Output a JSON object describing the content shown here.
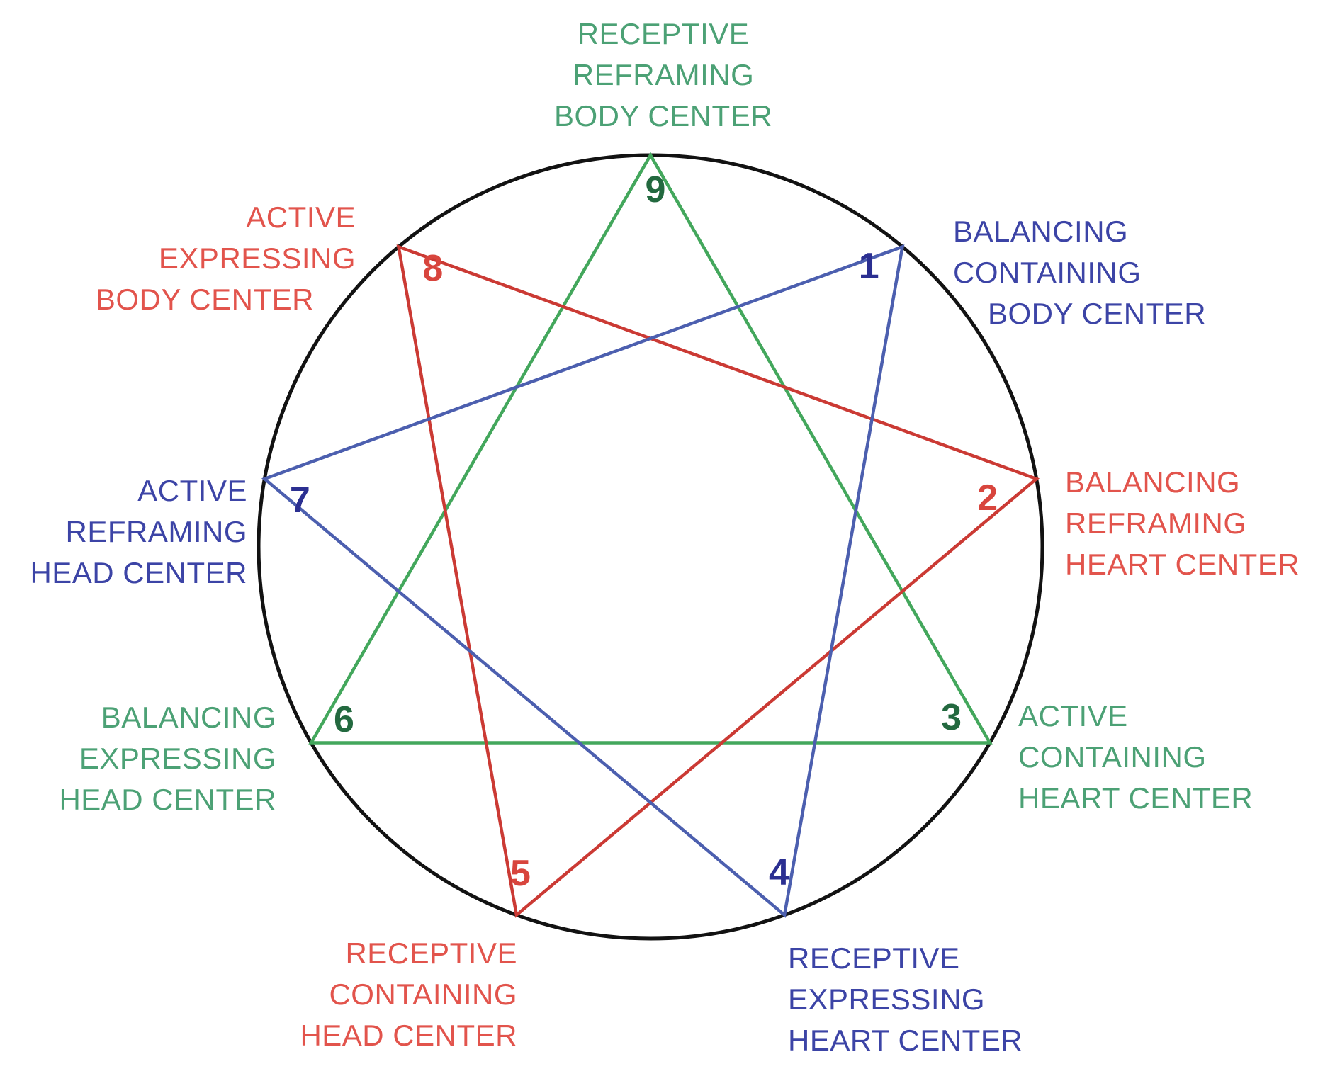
{
  "figure": {
    "description": "Enneagram: nine points on a circle joined by three colored triangles",
    "background": "#FFFFFF"
  },
  "colors": {
    "circle": "#121212",
    "green_line": "#43A75C",
    "green_text": "#4CA175",
    "green_number": "#23693F",
    "red_line": "#CB3A34",
    "red_text": "#E2544C",
    "red_number": "#D8453D",
    "blue_line": "#4C5FAF",
    "blue_text": "#3C44A6",
    "blue_number": "#2B2F91"
  },
  "points": [
    {
      "number": "1",
      "angle_deg": 40,
      "color": "blue",
      "label_lines": [
        "BALANCING",
        "CONTAINING",
        "BODY CENTER"
      ]
    },
    {
      "number": "2",
      "angle_deg": 80,
      "color": "red",
      "label_lines": [
        "BALANCING",
        "REFRAMING",
        "HEART CENTER"
      ]
    },
    {
      "number": "3",
      "angle_deg": 120,
      "color": "green",
      "label_lines": [
        "ACTIVE",
        "CONTAINING",
        "HEART CENTER"
      ]
    },
    {
      "number": "4",
      "angle_deg": 160,
      "color": "blue",
      "label_lines": [
        "RECEPTIVE",
        "EXPRESSING",
        "HEART CENTER"
      ]
    },
    {
      "number": "5",
      "angle_deg": 200,
      "color": "red",
      "label_lines": [
        "RECEPTIVE",
        "CONTAINING",
        "HEAD CENTER"
      ]
    },
    {
      "number": "6",
      "angle_deg": 240,
      "color": "green",
      "label_lines": [
        "BALANCING",
        "EXPRESSING",
        "HEAD CENTER"
      ]
    },
    {
      "number": "7",
      "angle_deg": 280,
      "color": "blue",
      "label_lines": [
        "ACTIVE",
        "REFRAMING",
        "HEAD CENTER"
      ]
    },
    {
      "number": "8",
      "angle_deg": 320,
      "color": "red",
      "label_lines": [
        "ACTIVE",
        "EXPRESSING",
        "BODY CENTER"
      ]
    },
    {
      "number": "9",
      "angle_deg": 0,
      "color": "green",
      "label_lines": [
        "RECEPTIVE",
        "REFRAMING",
        "BODY CENTER"
      ]
    }
  ],
  "triangles": [
    {
      "color": "green",
      "points": [
        "9",
        "3",
        "6"
      ]
    },
    {
      "color": "red",
      "points": [
        "2",
        "5",
        "8"
      ]
    },
    {
      "color": "blue",
      "points": [
        "1",
        "4",
        "7"
      ]
    }
  ]
}
